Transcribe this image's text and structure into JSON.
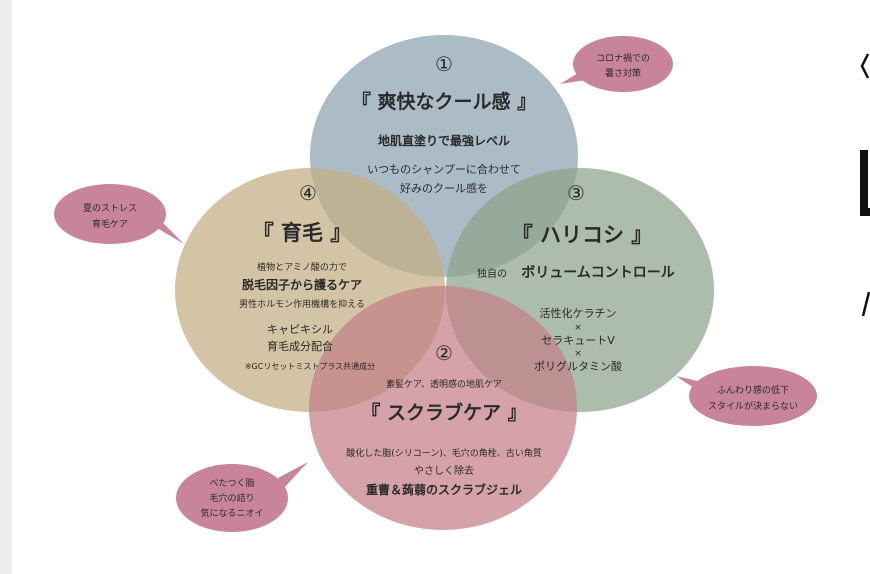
{
  "circles": {
    "c1": {
      "number": "①",
      "title": "『 爽快なクール感 』",
      "line1": "地肌直塗りで最強レベル",
      "line2": "いつものシャンプーに合わせて",
      "line3": "好みのクール感を",
      "color": "#8fa5b4"
    },
    "c2": {
      "number": "②",
      "title": "『 スクラブケア 』",
      "pre": "素髪ケア、透明感の地肌ケア",
      "line1": "酸化した脂(シリコーン)、毛穴の角栓、古い角質",
      "line2": "やさしく除去",
      "line3": "重曹＆蒟蒻のスクラブジェル",
      "color": "#c47e86"
    },
    "c3": {
      "number": "③",
      "title": "『 ハリコシ 』",
      "sub_prefix": "独自の",
      "sub_main": "ボリュームコントロール",
      "i1": "活性化ケラチン",
      "x1": "×",
      "i2": "セラキュートV",
      "x2": "×",
      "i3": "ポリグルタミン酸",
      "color": "#8ea48a"
    },
    "c4": {
      "number": "④",
      "title": "『 育毛 』",
      "line1": "植物とアミノ酸の力で",
      "line2": "脱毛因子から護るケア",
      "line3": "男性ホルモン作用機構を抑える",
      "line4": "キャピキシル",
      "line5": "育毛成分配合",
      "line6": "※GCリセットミストプラス共通成分",
      "color": "#c4ad84"
    }
  },
  "bubbles": {
    "b1": {
      "lines": [
        "コロナ禍での",
        "暑さ対策"
      ],
      "color": "#c8849b"
    },
    "b2": {
      "lines": [
        "夏のストレス",
        "育毛ケア"
      ],
      "color": "#c8849b"
    },
    "b3": {
      "lines": [
        "ふんわり感の低下",
        "スタイルが決まらない"
      ],
      "color": "#c8849b"
    },
    "b4": {
      "lines": [
        "べたつく脂",
        "毛穴の詰り",
        "気になるニオイ"
      ],
      "color": "#c8849b"
    }
  }
}
